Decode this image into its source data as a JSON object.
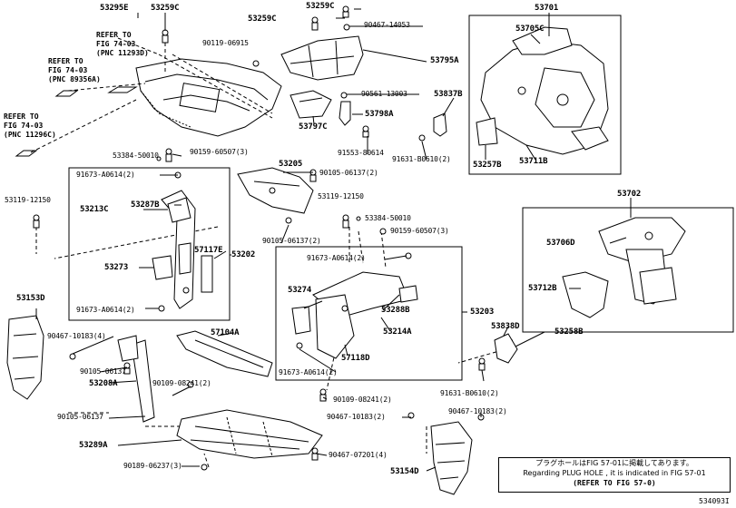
{
  "labels": {
    "p53295E": "53295E",
    "p53259C_a": "53259C",
    "p53259C_b": "53259C",
    "p53259C_c": "53259C",
    "p90119": "90119-06915",
    "p90467_14053": "90467-14053",
    "p53795A": "53795A",
    "p90561": "90561-13003",
    "p53797C": "53797C",
    "p53798A": "53798A",
    "p91553": "91553-80614",
    "p53701": "53701",
    "p53705C": "53705C",
    "p53837B": "53837B",
    "p91631_a": "91631-B0610(2)",
    "p53257B": "53257B",
    "p53711B": "53711B",
    "p53384_a": "53384-50010",
    "p90159_a": "90159-60507(3)",
    "p53205": "53205",
    "p90105_a": "90105-06137(2)",
    "p91673_a": "91673-A0614(2)",
    "p53119_a": "53119-12150",
    "p53119_b": "53119-12150",
    "p53213C": "53213C",
    "p53287B": "53287B",
    "p53702": "53702",
    "p53706D": "53706D",
    "p53384_b": "53384-50010",
    "p90105_b": "90105-06137(2)",
    "p90159_b": "90159-60507(3)",
    "p57117E": "57117E",
    "p53202": "53202",
    "p53273": "53273",
    "p91673_b": "91673-A0614(2)",
    "p53712B": "53712B",
    "p53274": "53274",
    "p53288B": "53288B",
    "p53203": "53203",
    "p91673_c": "91673-A0614(2)",
    "p53214A": "53214A",
    "p53153D": "53153D",
    "p90467_10183a": "90467-10183(4)",
    "p57104A": "57104A",
    "p53838D": "53838D",
    "p53258B": "53258B",
    "p90105_c": "90105-06137",
    "p53208A": "53208A",
    "p90109_a": "90109-08241(2)",
    "p57118D": "57118D",
    "p91673_d": "91673-A0614(2)",
    "p91631_b": "91631-B0610(2)",
    "p90109_b": "90109-08241(2)",
    "p90105_d": "90105-06137",
    "p90467_10183b": "90467-10183(2)",
    "p90467_10183c": "90467-10183(2)",
    "p53289A": "53289A",
    "p90467_07201": "90467-07201(4)",
    "p90189": "90189-06237(3)",
    "p53154D": "53154D"
  },
  "refs": {
    "r1_l1": "REFER TO",
    "r1_l2": "FIG 74-03",
    "r1_l3": "(PNC 11293D)",
    "r2_l1": "REFER TO",
    "r2_l2": "FIG 74-03",
    "r2_l3": "(PNC 89356A)",
    "r3_l1": "REFER TO",
    "r3_l2": "FIG 74-03",
    "r3_l3": "(PNC 11296C)"
  },
  "note": {
    "line_ja": "プラグホールはFIG 57-01に掲載してあります。",
    "line_en": "Regarding PLUG HOLE , it is indicated in FIG 57-01",
    "line_ref": "(REFER TO FIG 57-0)"
  },
  "doc_id": "534093I"
}
